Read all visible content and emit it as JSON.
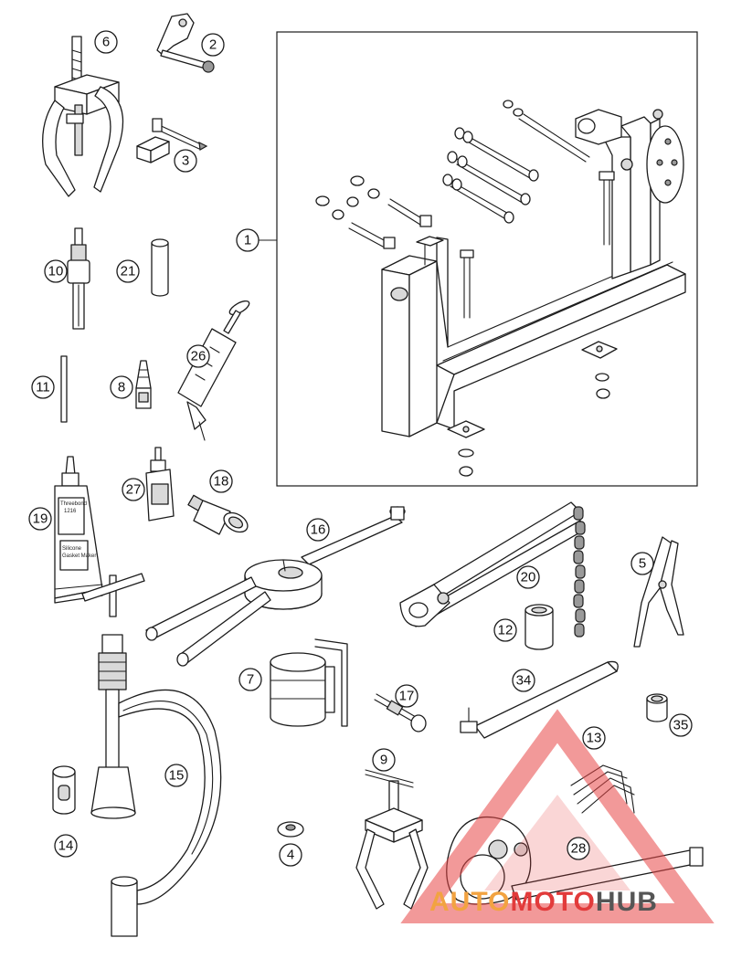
{
  "diagram": {
    "callouts": {
      "c1": "1",
      "c2": "2",
      "c3": "3",
      "c4": "4",
      "c5": "5",
      "c6": "6",
      "c7": "7",
      "c8": "8",
      "c9": "9",
      "c10": "10",
      "c11": "11",
      "c12": "12",
      "c13": "13",
      "c14": "14",
      "c15": "15",
      "c16": "16",
      "c17": "17",
      "c18": "18",
      "c19": "19",
      "c20": "20",
      "c21": "21",
      "c26": "26",
      "c27": "27",
      "c28": "28",
      "c34": "34",
      "c35": "35"
    },
    "package_text": {
      "line1": "Threebond",
      "line2": "1216",
      "line3": "Silicone",
      "line4": "Gasket Maker"
    }
  },
  "watermark": {
    "word1": "AUTO",
    "word2": "MOTO",
    "word3": "HUB",
    "color_auto": "#f2a341",
    "color_moto": "#e23b3b",
    "color_hub": "#555555",
    "triangle_color": "#e84545"
  }
}
